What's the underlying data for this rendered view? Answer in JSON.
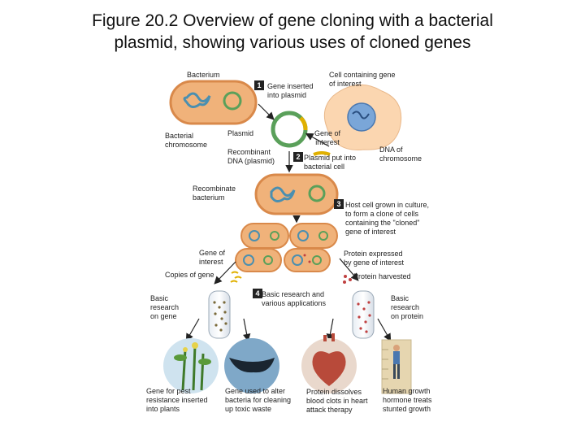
{
  "title": {
    "line1": "Figure 20.2 Overview of gene cloning with a bacterial",
    "line2": "plasmid, showing various uses of cloned genes"
  },
  "labels": {
    "bacterium": "Bacterium",
    "cell_gene": "Cell containing gene\nof interest",
    "gene_inserted": "Gene inserted\ninto plasmid",
    "bacterial_chromosome": "Bacterial\nchromosome",
    "plasmid": "Plasmid",
    "gene_of_interest_top": "Gene of\ninterest",
    "dna_chromosome": "DNA of\nchromosome",
    "recombinant_dna": "Recombinant\nDNA (plasmid)",
    "plasmid_put": "Plasmid put into\nbacterial cell",
    "recombinate_bacterium": "Recombinate\nbacterium",
    "host_cell": "Host cell grown in culture,\nto form a clone of cells\ncontaining the \"cloned\"\ngene of interest",
    "gene_of_interest_mid": "Gene of\ninterest",
    "protein_expressed": "Protein expressed\nby gene of interest",
    "copies_of_gene": "Copies of gene",
    "protein_harvested": "Protein harvested",
    "basic_research_gene": "Basic\nresearch\non gene",
    "basic_research_apps": "Basic research and\nvarious applications",
    "basic_research_protein": "Basic\nresearch\non protein",
    "gene_pest": "Gene for pest\nresistance inserted\ninto plants",
    "gene_toxic": "Gene used to alter\nbacteria for cleaning\nup toxic waste",
    "protein_clots": "Protein dissolves\nblood clots in heart\nattack therapy",
    "human_growth": "Human growth\nhormone treats\nstunted growth"
  },
  "steps": {
    "s1": "1",
    "s2": "2",
    "s3": "3",
    "s4": "4"
  },
  "colors": {
    "bacterium_fill": "#f0b27a",
    "bacterium_edge": "#d9894a",
    "chromosome": "#4a8fb0",
    "plasmid": "#5aa05a",
    "gene_segment": "#e0b000",
    "cell_fill": "#fbd6b0",
    "nucleus": "#7aa6d8",
    "arrow": "#222222"
  }
}
